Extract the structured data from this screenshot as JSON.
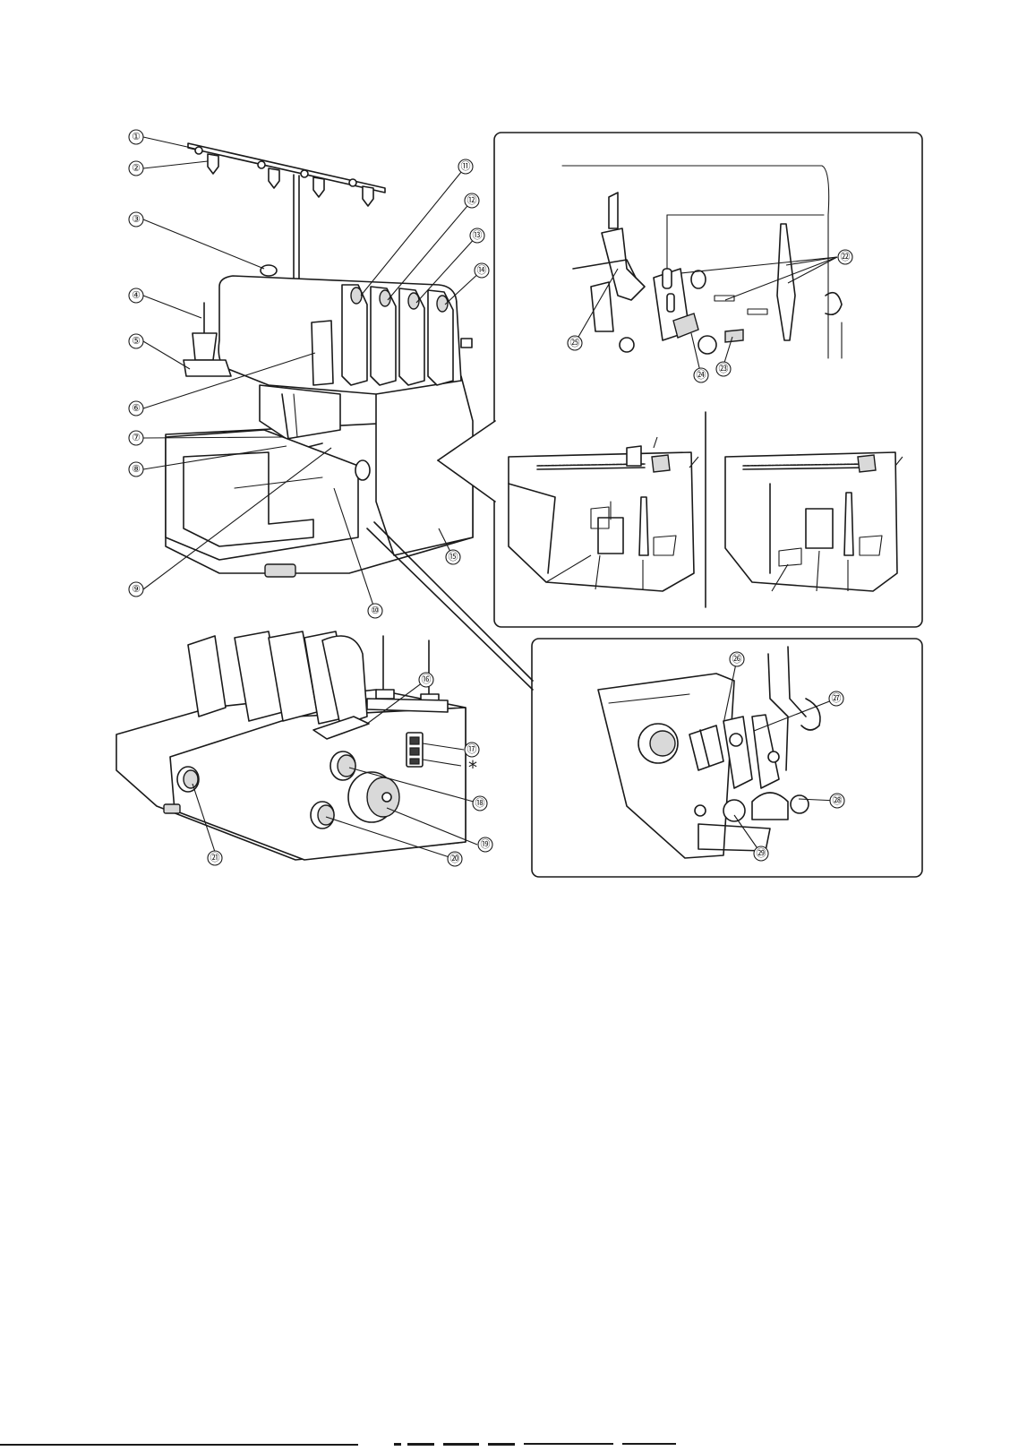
{
  "callouts": [
    {
      "id": "1",
      "label": "①"
    },
    {
      "id": "2",
      "label": "②"
    },
    {
      "id": "3",
      "label": "③"
    },
    {
      "id": "4",
      "label": "④"
    },
    {
      "id": "5",
      "label": "⑤"
    },
    {
      "id": "6",
      "label": "⑥"
    },
    {
      "id": "7",
      "label": "⑦"
    },
    {
      "id": "8",
      "label": "⑧"
    },
    {
      "id": "9",
      "label": "⑨"
    },
    {
      "id": "10",
      "label": "⑩"
    },
    {
      "id": "11",
      "label": "⑪"
    },
    {
      "id": "12",
      "label": "⑫"
    },
    {
      "id": "13",
      "label": "⑬"
    },
    {
      "id": "14",
      "label": "⑭"
    },
    {
      "id": "15",
      "label": "⑮"
    },
    {
      "id": "16",
      "label": "⑯"
    },
    {
      "id": "17",
      "label": "⑰"
    },
    {
      "id": "18",
      "label": "⑱"
    },
    {
      "id": "19",
      "label": "⑲"
    },
    {
      "id": "20",
      "label": "⑳"
    },
    {
      "id": "21",
      "label": "㉑"
    },
    {
      "id": "22",
      "label": "㉒"
    },
    {
      "id": "23",
      "label": "㉓"
    },
    {
      "id": "24",
      "label": "㉔"
    },
    {
      "id": "25",
      "label": "㉕"
    },
    {
      "id": "26",
      "label": "㉖"
    },
    {
      "id": "27",
      "label": "㉗"
    },
    {
      "id": "28",
      "label": "㉘"
    },
    {
      "id": "29",
      "label": "㉙"
    }
  ],
  "asterisk": "*"
}
